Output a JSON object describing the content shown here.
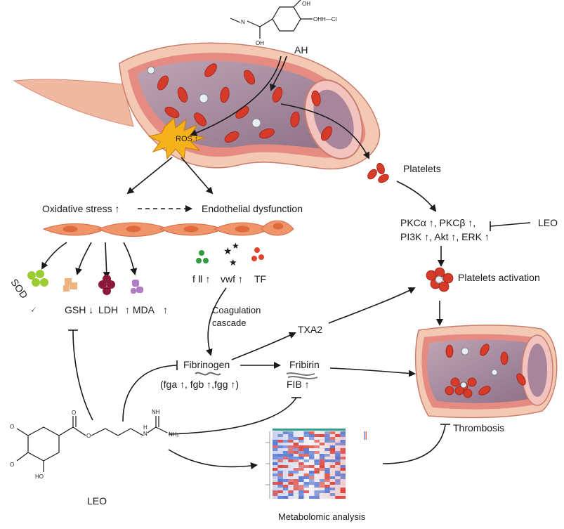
{
  "labels": {
    "ah": "AH",
    "hcl": "H—Cl",
    "ros": "ROS ↑",
    "platelets": "Platelets",
    "oxidative_stress": "Oxidative stress ↑",
    "endothelial_dysfunction": "Endothelial dysfunction",
    "pkc_line1": "PKCα ↑, PKCβ ↑,",
    "pkc_line2": "PI3K ↑, Akt ↑, ERK ↑",
    "leo_right": "LEO",
    "platelets_activation": "Platelets activation",
    "sod": "SOD",
    "sod_arrow": "↓",
    "gsh": "GSH ↓",
    "ldh": "LDH",
    "mda": "↑ MDA",
    "mda_arrow": "↑",
    "fii": "f Ⅱ ↑",
    "vwf": "vwf ↑",
    "tf": "TF",
    "coag1": "Coagulation",
    "coag2": "cascade",
    "txa2": "TXA2",
    "fibrinogen": "Fibrinogen",
    "fib_genes": "(fga ↑, fgb ↑,fgg ↑)",
    "fibrin": "Fribirin",
    "fib": "FIB ↑",
    "thrombosis": "Thrombosis",
    "leo_bottom": "LEO",
    "metabolomic": "Metabolomic analysis",
    "oh1": "OH",
    "oh2": "OH",
    "oh3": "OH",
    "nh": "N",
    "ho": "HO",
    "o_top": "O",
    "o_mid": "O",
    "o_left1": "O",
    "o_left2": "O",
    "nh_label": "H",
    "n_label": "N",
    "nh2": "NH₂",
    "imine": "NH"
  },
  "colors": {
    "vessel_outer": "#f4c9b4",
    "vessel_wall": "#e58b82",
    "vessel_inner": "#b98a9c",
    "lumen": "#9c7f94",
    "rbc": "#d63b2a",
    "ros": "#f6b21b",
    "sod": "#9acd32",
    "gsh": "#f2b27e",
    "ldh": "#8b1a3a",
    "mda": "#b07cc6",
    "fii": "#2e9b3c",
    "vwf": "#1f63b5",
    "tf": "#e2432e",
    "cell": "#f0956a"
  }
}
